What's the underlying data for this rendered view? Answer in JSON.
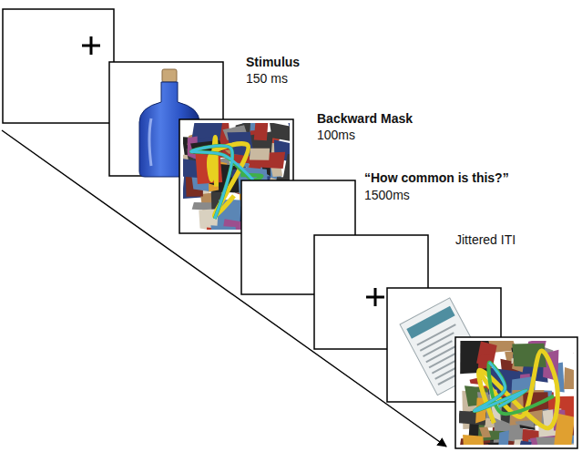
{
  "diagram": {
    "labels": [
      "Stimulus",
      "150 ms",
      "Backward Mask",
      "100ms",
      "“How common is this?”",
      "1500ms",
      "Jittered ITI"
    ]
  }
}
